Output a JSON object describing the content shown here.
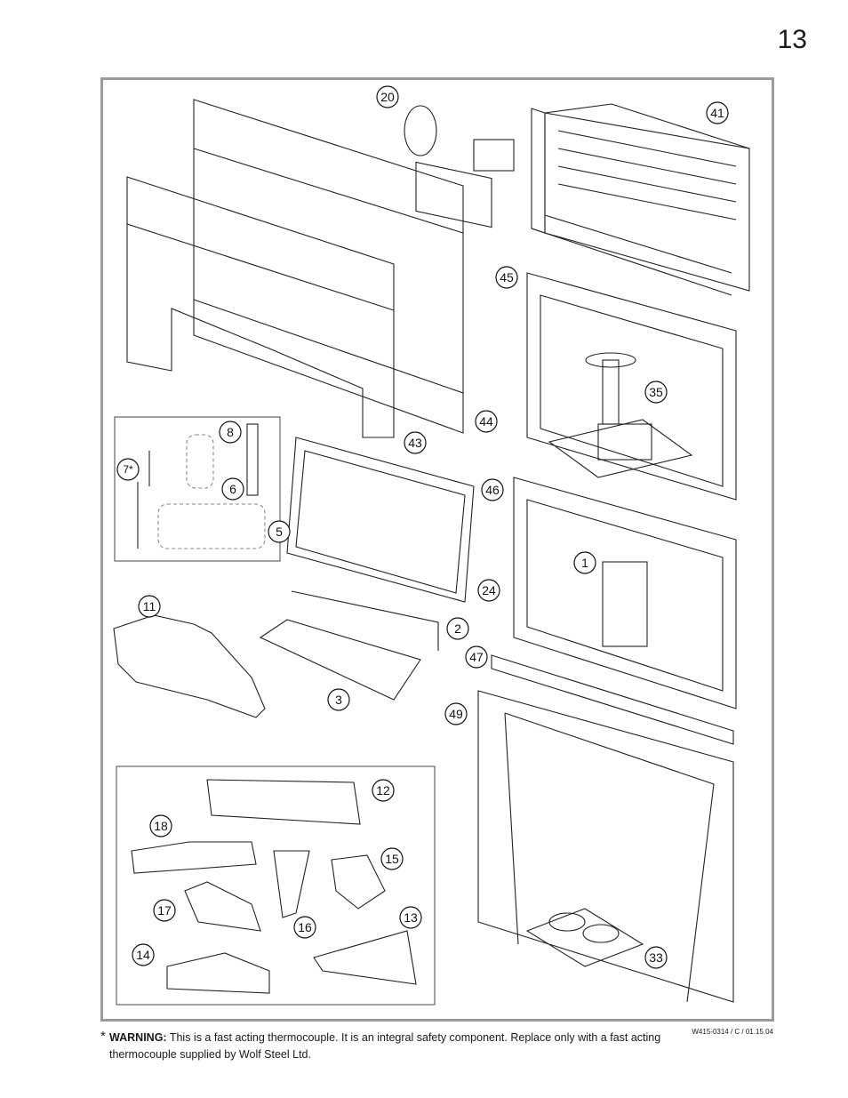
{
  "page": {
    "number": "13"
  },
  "diagram": {
    "callouts": [
      "20",
      "41",
      "45",
      "35",
      "44",
      "43",
      "8",
      "7*",
      "6",
      "5",
      "24",
      "46",
      "1",
      "11",
      "2",
      "47",
      "3",
      "49",
      "12",
      "18",
      "15",
      "17",
      "16",
      "13",
      "14",
      "33"
    ]
  },
  "footer": {
    "doc_code": "W415-0314 / C / 01.15.04",
    "asterisk": "*",
    "warning_label": "WARNING:",
    "warning_text": " This is a fast acting thermocouple. It is an integral safety component. Replace only with a fast acting thermocouple supplied by Wolf Steel Ltd."
  },
  "colors": {
    "frame": "#9a9a9a",
    "ink": "#1a1a1a",
    "dashed_group": "#8a8a8a"
  }
}
